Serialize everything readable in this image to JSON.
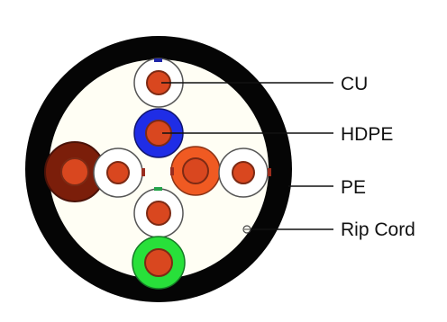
{
  "labels": {
    "cu": "CU",
    "hdpe": "HDPE",
    "pe": "PE",
    "rip_cord": "Rip Cord"
  },
  "colors": {
    "sheath": "#050505",
    "filler": "#fffef4",
    "cu_conductor": "#d9471f",
    "cu_outline": "#7d2a14",
    "hdpe_blue": "#1f2de6",
    "green_insulation": "#28e03a",
    "dark_red_insulation": "#7b1e0a",
    "orange_insulation": "#f05a22",
    "white_insulation": "#ffffff",
    "marker_blue": "#1d25a8",
    "marker_green": "#25a34a",
    "marker_red": "#9a2d1e",
    "leader_line": "#111111"
  }
}
